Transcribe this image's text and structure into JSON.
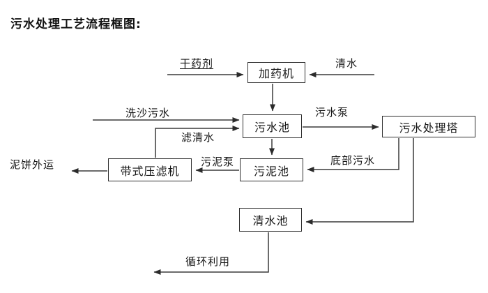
{
  "title": "污水处理工艺流程框图:",
  "diagram": {
    "nodes": {
      "dosing_machine": "加药机",
      "sewage_pool": "污水池",
      "treatment_tower": "污水处理塔",
      "sludge_pool": "污泥池",
      "belt_filter_press": "带式压滤机",
      "clean_water_pool": "清水池"
    },
    "labels": {
      "dry_chemical": "干药剂",
      "clean_water": "清水",
      "sand_washing_sewage": "洗沙污水",
      "sewage_pump": "污水泵",
      "filtered_water": "滤清水",
      "sludge_pump": "污泥泵",
      "bottom_sewage": "底部污水",
      "mud_cake_out": "泥饼外运",
      "recycle": "循环利用"
    },
    "edges": [
      {
        "from": "干药剂",
        "to": "加药机"
      },
      {
        "from": "清水",
        "to": "加药机"
      },
      {
        "from": "加药机",
        "to": "污水池"
      },
      {
        "from": "洗沙污水",
        "to": "污水池"
      },
      {
        "from": "带式压滤机",
        "to": "污水池",
        "label": "滤清水"
      },
      {
        "from": "污水池",
        "to": "污水处理塔",
        "label": "污水泵"
      },
      {
        "from": "污水池",
        "to": "污泥池"
      },
      {
        "from": "污水处理塔",
        "to": "污泥池",
        "label": "底部污水"
      },
      {
        "from": "污泥池",
        "to": "带式压滤机",
        "label": "污泥泵"
      },
      {
        "from": "带式压滤机",
        "to": "泥饼外运"
      },
      {
        "from": "污水处理塔",
        "to": "清水池"
      },
      {
        "from": "清水池",
        "to": "循环利用"
      }
    ],
    "colors": {
      "background": "#ffffff",
      "line": "#3a3a3a",
      "box_border": "#2f2f2f",
      "box_fill": "#ffffff",
      "text": "#161616"
    }
  }
}
